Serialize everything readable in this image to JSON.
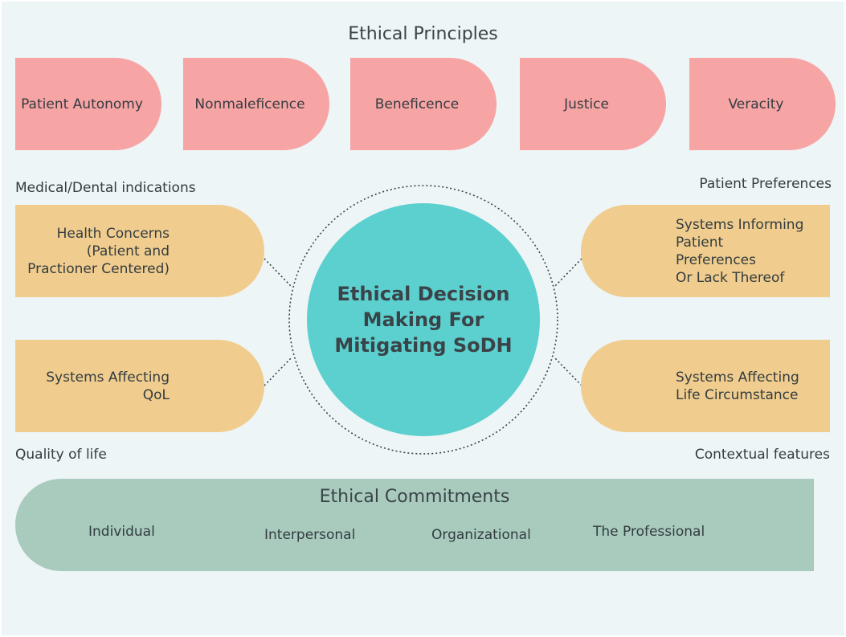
{
  "principles": {
    "title": "Ethical Principles",
    "items": [
      {
        "label": "Patient Autonomy"
      },
      {
        "label": "Nonmaleficence"
      },
      {
        "label": "Beneficence"
      },
      {
        "label": "Justice"
      },
      {
        "label": "Veracity"
      }
    ]
  },
  "labels": {
    "medical": "Medical/Dental indications",
    "preferences": "Patient Preferences",
    "quality": "Quality of life",
    "contextual": "Contextual features"
  },
  "boxes": {
    "health": "Health Concerns\n(Patient and\nPractioner Centered)",
    "qol": "Systems Affecting\nQoL",
    "informing": "Systems Informing\nPatient\nPreferences\nOr Lack Thereof",
    "circumstance": "Systems Affecting\nLife Circumstance"
  },
  "center": {
    "text": "Ethical Decision\nMaking  For\nMitigating SoDH"
  },
  "commitments": {
    "title": "Ethical Commitments",
    "items": [
      {
        "label": "Individual"
      },
      {
        "label": "Interpersonal"
      },
      {
        "label": "Organizational"
      },
      {
        "label": "The Professional"
      }
    ]
  },
  "colors": {
    "principle": "#f7a4a5",
    "pill": "#f0cd8e",
    "center": "#5ccfcf",
    "commitments": "#a8cbbd",
    "background": "#edf5f6"
  }
}
